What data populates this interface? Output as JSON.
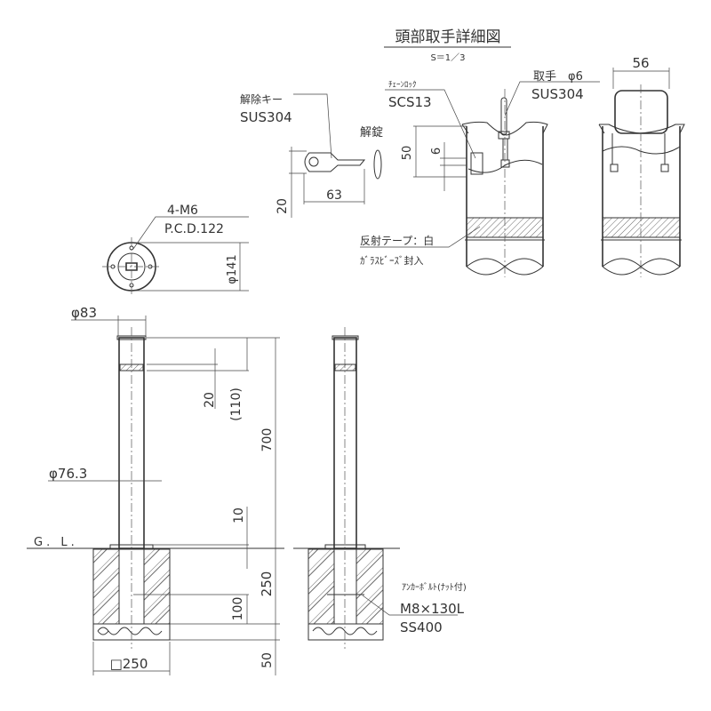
{
  "detail": {
    "title": "頭部取手詳細図",
    "scale": "S＝1／3",
    "handle_label": "取手　φ6",
    "handle_material": "SUS304",
    "chain_lock_label": "ﾁｪｰﾝﾛｯｸ",
    "chain_lock_material": "SCS13",
    "width_dim": "56",
    "dim_50": "50",
    "dim_6": "6",
    "unlock_label": "解錠",
    "reflective_tape": "反射テープ：白",
    "glass_beads": "ｶﾞﾗｽﾋﾞｰｽﾞ封入"
  },
  "key": {
    "label": "解除キー",
    "material": "SUS304",
    "length_dim": "63",
    "height_dim": "20"
  },
  "flange": {
    "bolts": "4-M6",
    "pcd": "P.C.D.122",
    "diameter": "φ141"
  },
  "elevation": {
    "top_diameter": "φ83",
    "pipe_diameter": "φ76.3",
    "band_dim": "20",
    "band_offset": "(110)",
    "height": "700",
    "base_gap": "10",
    "ground_label": "G. L.",
    "foundation_depth": "250",
    "anchor_depth": "100",
    "gravel_depth": "50",
    "foundation_width": "□250",
    "anchor_label": "ｱﾝｶｰﾎﾞﾙﾄ(ﾅｯﾄ付)",
    "anchor_size": "M8×130L",
    "anchor_material": "SS400"
  }
}
